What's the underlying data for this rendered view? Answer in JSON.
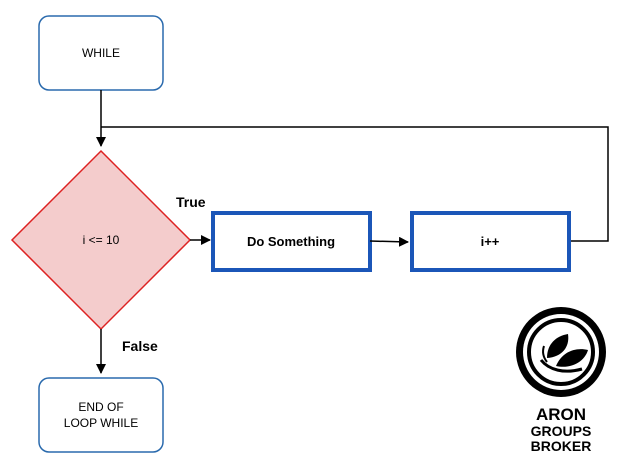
{
  "nodes": {
    "while": "WHILE",
    "condition": "i <= 10",
    "do_something": "Do Something",
    "increment": "i++",
    "end_line1": "END OF",
    "end_line2": "LOOP WHILE"
  },
  "edges": {
    "true_label": "True",
    "false_label": "False"
  },
  "logo": {
    "line1": "ARON",
    "line2": "GROUPS",
    "line3": "BROKER"
  },
  "colors": {
    "node_border": "#2a6aad",
    "node_border_bold": "#1b56b8",
    "decision_fill": "#f4cccc",
    "decision_border": "#dd2222",
    "edge": "#000000"
  }
}
